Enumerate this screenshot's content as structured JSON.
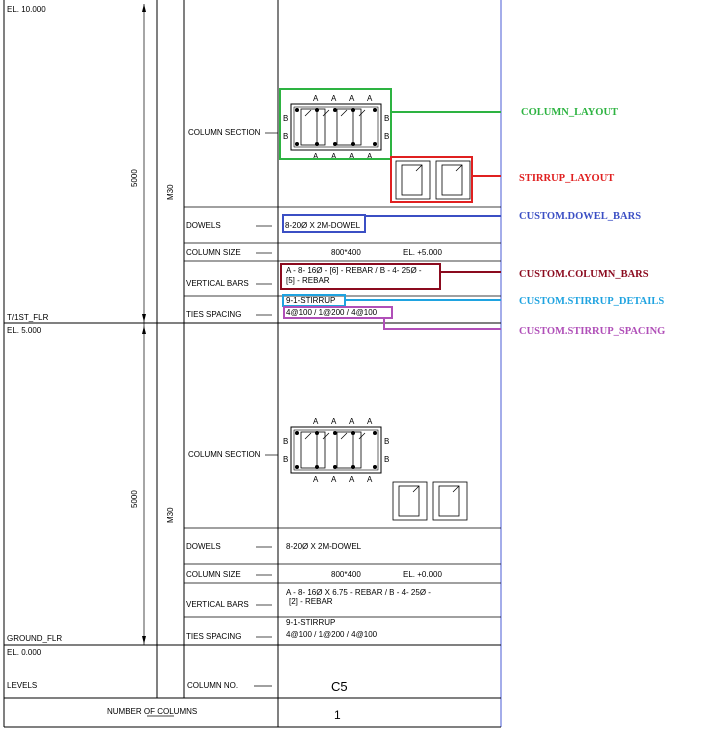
{
  "elevations": {
    "top": "EL. 10.000",
    "mid": "EL. 5.000",
    "bottom": "EL. 0.000"
  },
  "floors": {
    "upper": "T/1ST_FLR",
    "lower": "GROUND_FLR"
  },
  "levels_label": "LEVELS",
  "number_of_columns_label": "NUMBER OF COLUMNS",
  "column_count": "1",
  "upper_block": {
    "height_dim": "5000",
    "grade": "M30",
    "section_label": "COLUMN SECTION",
    "dowels_label": "DOWELS",
    "dowels_value": "8-20Ø X 2M-DOWEL",
    "size_label": "COLUMN SIZE",
    "size_value": "800*400",
    "size_el": "EL. +5.000",
    "vbars_label": "VERTICAL BARS",
    "vbars_line1": "A - 8- 16Ø - [6] - REBAR / B - 4- 25Ø -",
    "vbars_line2": "[5] - REBAR",
    "ties_label": "TIES SPACING",
    "stirrup_details": "9-1-STIRRUP",
    "stirrup_spacing": "4@100 / 1@200 / 4@100"
  },
  "lower_block": {
    "height_dim": "5000",
    "grade": "M30",
    "section_label": "COLUMN SECTION",
    "dowels_label": "DOWELS",
    "dowels_value": "8-20Ø X 2M-DOWEL",
    "size_label": "COLUMN SIZE",
    "size_value": "800*400",
    "size_el": "EL. +0.000",
    "vbars_label": "VERTICAL BARS",
    "vbars_line1": "A - 8- 16Ø X 6.75 - REBAR / B - 4- 25Ø -",
    "vbars_line2": "[2] - REBAR",
    "ties_label": "TIES SPACING",
    "stirrup_details": "9-1-STIRRUP",
    "stirrup_spacing": "4@100 / 1@200 / 4@100"
  },
  "column_no_label": "COLUMN NO.",
  "column_no_value": "C5",
  "bar_mark_a": "A",
  "bar_mark_b": "B",
  "callouts": {
    "column_layout": "COLUMN_LAYOUT",
    "stirrup_layout": "STIRRUP_LAYOUT",
    "dowel_bars": "CUSTOM.DOWEL_BARS",
    "column_bars": "CUSTOM.COLUMN_BARS",
    "stirrup_details": "CUSTOM.STIRRUP_DETAILS",
    "stirrup_spacing": "CUSTOM.STIRRUP_SPACING"
  },
  "colors": {
    "column_layout": "#2db341",
    "stirrup_layout": "#e02020",
    "dowel_bars": "#3b4fc4",
    "column_bars": "#8b0a1e",
    "stirrup_details": "#1fa3e0",
    "stirrup_spacing": "#b04fb8",
    "right_border": "#4a5bd4"
  }
}
